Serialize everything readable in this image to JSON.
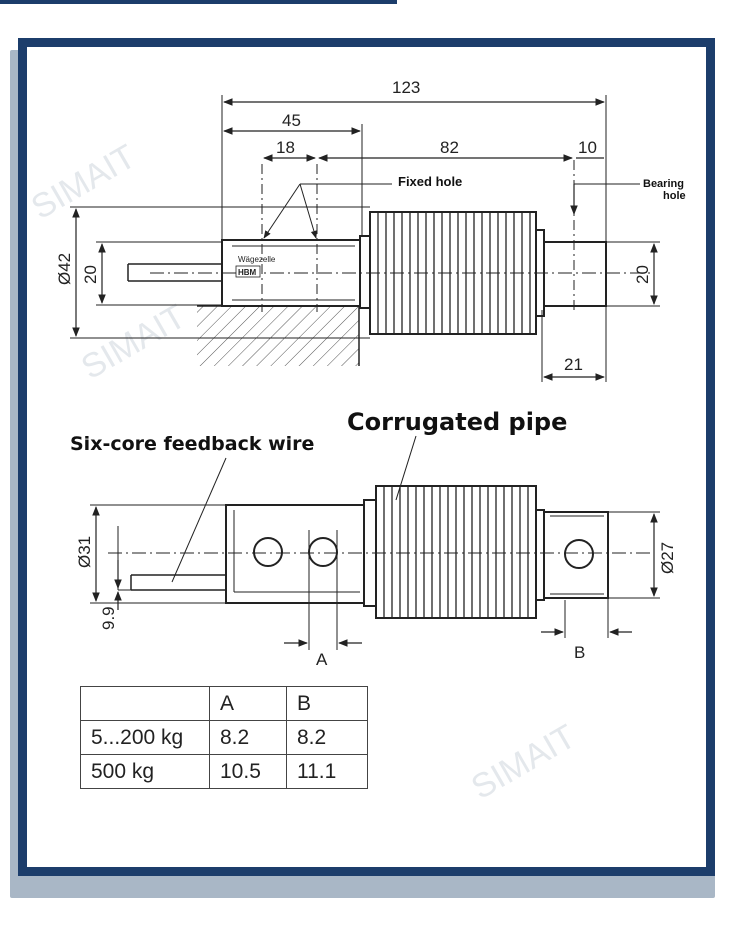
{
  "watermark": "SIMAIT",
  "top_view": {
    "dims": {
      "overall": "123",
      "left_section": "45",
      "hole_pitch": "18",
      "bellows": "82",
      "bearing_offset": "10",
      "diameter_left": "Ø42",
      "height_left": "20",
      "height_right": "20",
      "right_length": "21"
    },
    "callouts": {
      "fixed_hole": "Fixed hole",
      "bearing_hole_line1": "Bearing",
      "bearing_hole_line2": "hole"
    },
    "body_label": {
      "maker_text": "Wägezelle",
      "logo": "HBM"
    }
  },
  "side_view": {
    "dims": {
      "diameter_left": "Ø31",
      "offset": "9.9",
      "diameter_right": "Ø27",
      "a_label": "A",
      "b_label": "B"
    },
    "callouts": {
      "corrugated_pipe": "Corrugated pipe",
      "feedback_wire": "Six-core feedback wire"
    }
  },
  "spec_table": {
    "headers": [
      "",
      "A",
      "B"
    ],
    "rows": [
      [
        "5...200 kg",
        "8.2",
        "8.2"
      ],
      [
        "500 kg",
        "10.5",
        "11.1"
      ]
    ]
  }
}
